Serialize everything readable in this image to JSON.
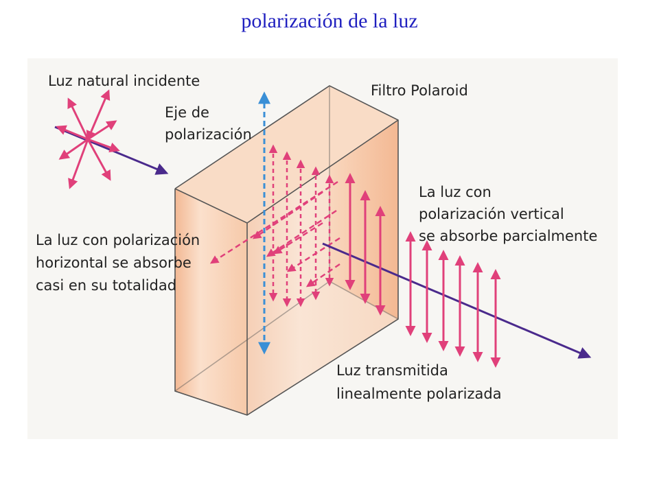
{
  "title": "polarización de la luz",
  "labels": {
    "incident": "Luz natural incidente",
    "filter": "Filtro Polaroid",
    "axis_line1": "Eje de",
    "axis_line2": "polarización",
    "vertical_line1": "La luz con",
    "vertical_line2": "polarización vertical",
    "vertical_line3": "se absorbe parcialmente",
    "horizontal_line1": "La luz con polarización",
    "horizontal_line2": "horizontal se absorbe",
    "horizontal_line3": "casi en su totalidad",
    "transmitted_line1": "Luz transmitida",
    "transmitted_line2": "linealmente polarizada"
  },
  "colors": {
    "title": "#1f1fbf",
    "beam": "#4a2a8c",
    "wave": "#e0407a",
    "axis": "#3a8fd6",
    "filter_face": "#f6c8a8",
    "filter_side": "#f0a878"
  }
}
